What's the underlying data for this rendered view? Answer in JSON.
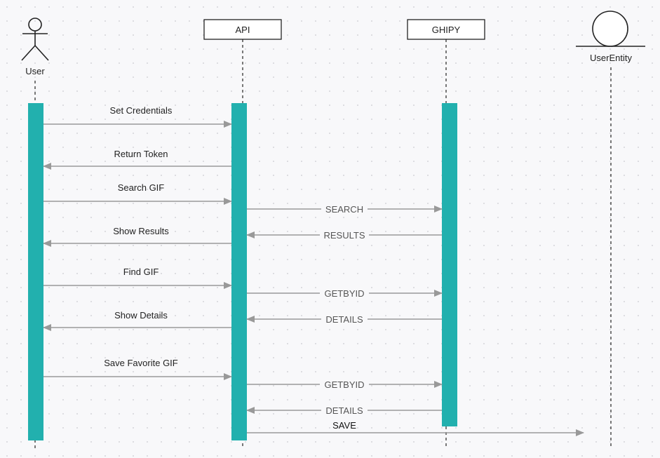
{
  "colors": {
    "background": "#f8f8fa",
    "grid_dot": "#c9c9cf",
    "activation": "#22b0ae",
    "arrow": "#999999",
    "text": "#222222",
    "reply_text": "#555555",
    "box_stroke": "#222222"
  },
  "participants": {
    "user": {
      "label": "User",
      "icon": "actor-stick-figure-icon"
    },
    "api": {
      "label": "API"
    },
    "ghipy": {
      "label": "GHIPY"
    },
    "user_entity": {
      "label": "UserEntity",
      "icon": "entity-circle-icon"
    }
  },
  "messages": [
    {
      "label": "Set Credentials",
      "from": "user",
      "to": "api"
    },
    {
      "label": "Return Token",
      "from": "api",
      "to": "user"
    },
    {
      "label": "Search GIF",
      "from": "user",
      "to": "api"
    },
    {
      "label": "SEARCH",
      "from": "api",
      "to": "ghipy"
    },
    {
      "label": "RESULTS",
      "from": "ghipy",
      "to": "api"
    },
    {
      "label": "Show Results",
      "from": "api",
      "to": "user"
    },
    {
      "label": "Find GIF",
      "from": "user",
      "to": "api"
    },
    {
      "label": "GETBYID",
      "from": "api",
      "to": "ghipy"
    },
    {
      "label": "DETAILS",
      "from": "ghipy",
      "to": "api"
    },
    {
      "label": "Show Details",
      "from": "api",
      "to": "user"
    },
    {
      "label": "Save Favorite GIF",
      "from": "user",
      "to": "api"
    },
    {
      "label": "GETBYID",
      "from": "api",
      "to": "ghipy"
    },
    {
      "label": "DETAILS",
      "from": "ghipy",
      "to": "api"
    },
    {
      "label": "SAVE",
      "from": "api",
      "to": "user_entity"
    }
  ]
}
